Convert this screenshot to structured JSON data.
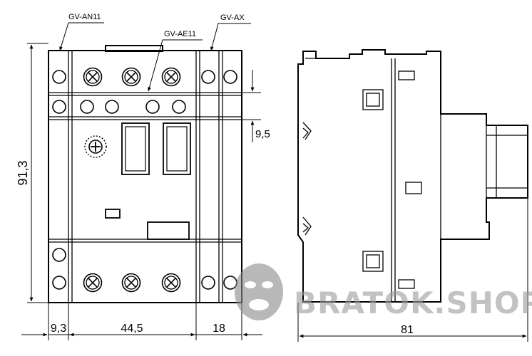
{
  "labels": {
    "gv_an11": "GV-AN11",
    "gv_ae11": "GV-AE11",
    "gv_ax": "GV-AX"
  },
  "dimensions": {
    "height_total": "91,3",
    "small_gap": "9,5",
    "width_left": "9,3",
    "width_body": "44,5",
    "width_right": "18",
    "depth_side": "81"
  },
  "watermark": {
    "text": "BRATOK.SHOP"
  },
  "colors": {
    "line": "#000000",
    "background": "#ffffff",
    "watermark": "#9a9a9a"
  }
}
